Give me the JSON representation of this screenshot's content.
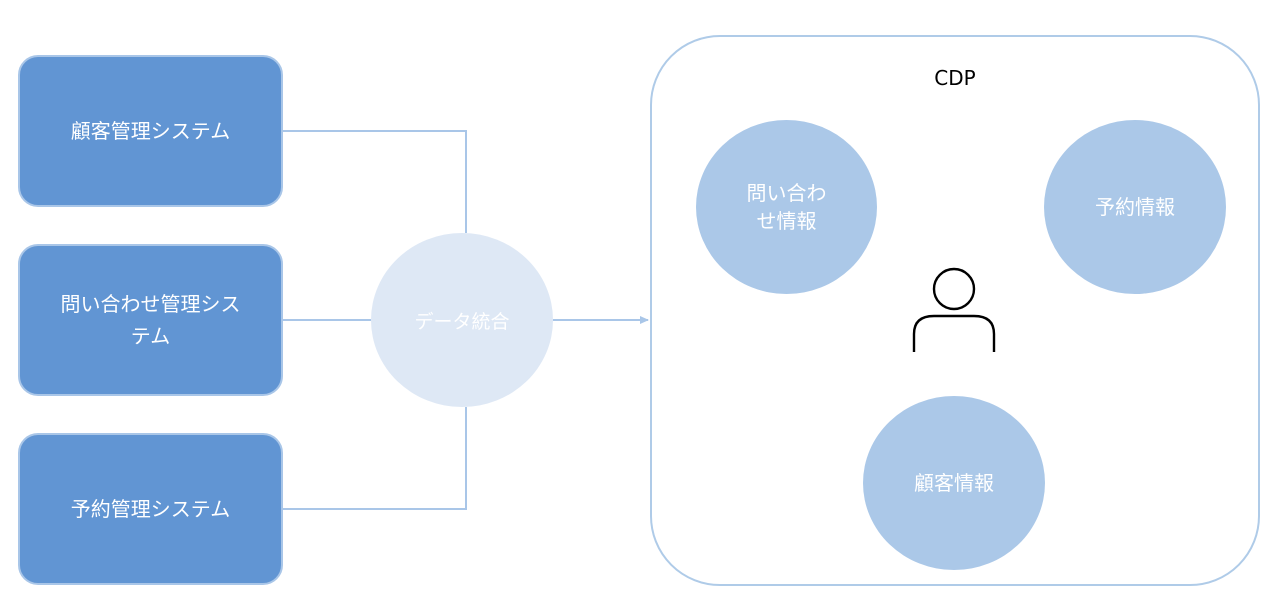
{
  "sources": [
    {
      "label": "顧客管理システム"
    },
    {
      "label": "問い合わせ管理システム"
    },
    {
      "label": "予約管理システム"
    }
  ],
  "integration": {
    "label": "データ統合"
  },
  "cdp": {
    "title": "CDP",
    "items": [
      {
        "label": "問い合わせ情報"
      },
      {
        "label": "予約情報"
      },
      {
        "label": "顧客情報"
      }
    ],
    "center_icon": "person-icon"
  },
  "colors": {
    "source_box": "#6195d3",
    "source_border": "#a9c6e8",
    "integration_circle": "#dee8f5",
    "info_circle": "#abc8e8",
    "connector": "#a9c6e8",
    "container_border": "#afcbe8"
  }
}
